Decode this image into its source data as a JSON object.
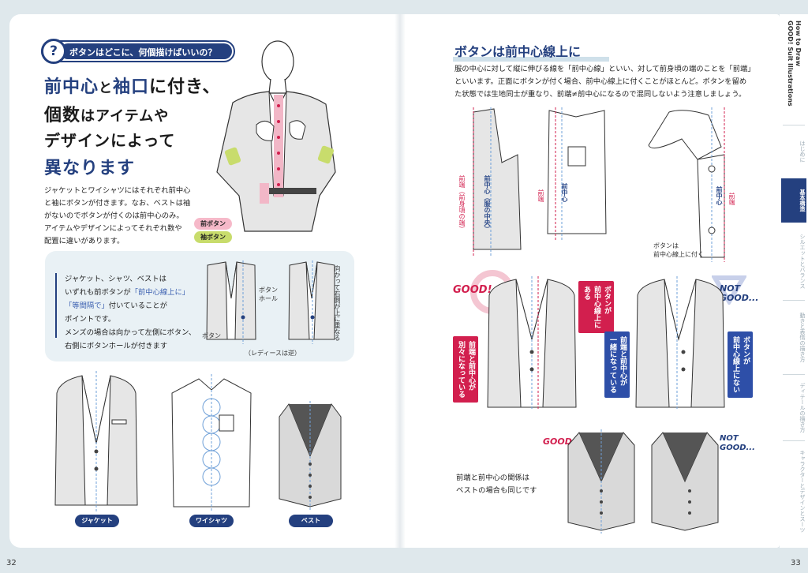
{
  "left_page": {
    "page_number": "32",
    "question_badge": {
      "icon": "?",
      "text": "ボタンはどこに、何個描けばいいの？"
    },
    "headline": {
      "line1a": "前中心",
      "line1b": "と",
      "line1c": "袖口",
      "line1d": "に付き、",
      "line2a": "個数",
      "line2b": "はアイテムや",
      "line3": "デザインによって",
      "line4": "異なります"
    },
    "intro": "ジャケットとワイシャツにはそれぞれ前中心\nと袖にボタンが付きます。なお、ベストは袖\nがないのでボタンが付くのは前中心のみ。\nアイテムやデザインによってそれぞれ数や\n配置に違いがあります。",
    "tags": {
      "front": "前ボタン",
      "cuff": "袖ボタン"
    },
    "info": {
      "l1": "ジャケット、シャツ、ベストは",
      "l2a": "いずれも前ボタンが",
      "l2b": "「前中心線上に」",
      "l3a": "「等間隔で」",
      "l3b": "付いていることが",
      "l4": "ポイントです。",
      "l5": "メンズの場合は向かって左側にボタン、",
      "l6": "右側にボタンホールが付きます"
    },
    "jacket_labels": {
      "hole": "ボタン\nホール",
      "button": "ボタン",
      "side_note": "向かって右側が上に重なる",
      "ladies": "（レディースは逆）"
    },
    "items": [
      {
        "label": "ジャケット"
      },
      {
        "label": "ワイシャツ"
      },
      {
        "label": "ベスト"
      }
    ]
  },
  "right_page": {
    "page_number": "33",
    "title": "ボタンは前中心線上に",
    "body": "服の中心に対して縦に伸びる線を「前中心線」といい、対して前身頃の端のことを「前端」\nといいます。正面にボタンが付く場合、前中心線上に付くことがほとんど。ボタンを留め\nた状態では生地同士が重なり、前端≠前中心になるので混同しないよう注意しましょう。",
    "diagram_labels": {
      "front_edge_a": "前端（前身頃の端）",
      "center_a": "前中心（服の中央）",
      "front_edge_b": "前端",
      "center_b": "前中心",
      "front_edge_c": "前端",
      "center_c": "前中心",
      "collar_note": "ボタンは\n前中心線上に付く"
    },
    "good_label": "GOOD!",
    "notgood_label": "NOT\nGOOD...",
    "callouts": {
      "good_1": "ボタンが\n前中心線上に\nある",
      "good_2": "前端と前中心が\n別々になっている",
      "ng_1": "前端と前中心が\n一緒になっている",
      "ng_2": "ボタンが\n前中心線上にない"
    },
    "vest_note": "前端と前中心の関係は\nベストの場合も同じです"
  },
  "side_nav": {
    "book_title": "How to Draw\nGOOD! Suit Illustrations",
    "tabs": [
      "はじめに",
      "基本構造",
      "シルエットとバランス",
      "動きと表情の描き方",
      "ディテールの描き方",
      "キャラクターとデザインとスーツ"
    ]
  },
  "colors": {
    "navy": "#24407f",
    "red": "#d21f4e",
    "blue": "#2e4fa8",
    "pink_tag": "#f6b9c9",
    "green_tag": "#c8dc6c"
  }
}
